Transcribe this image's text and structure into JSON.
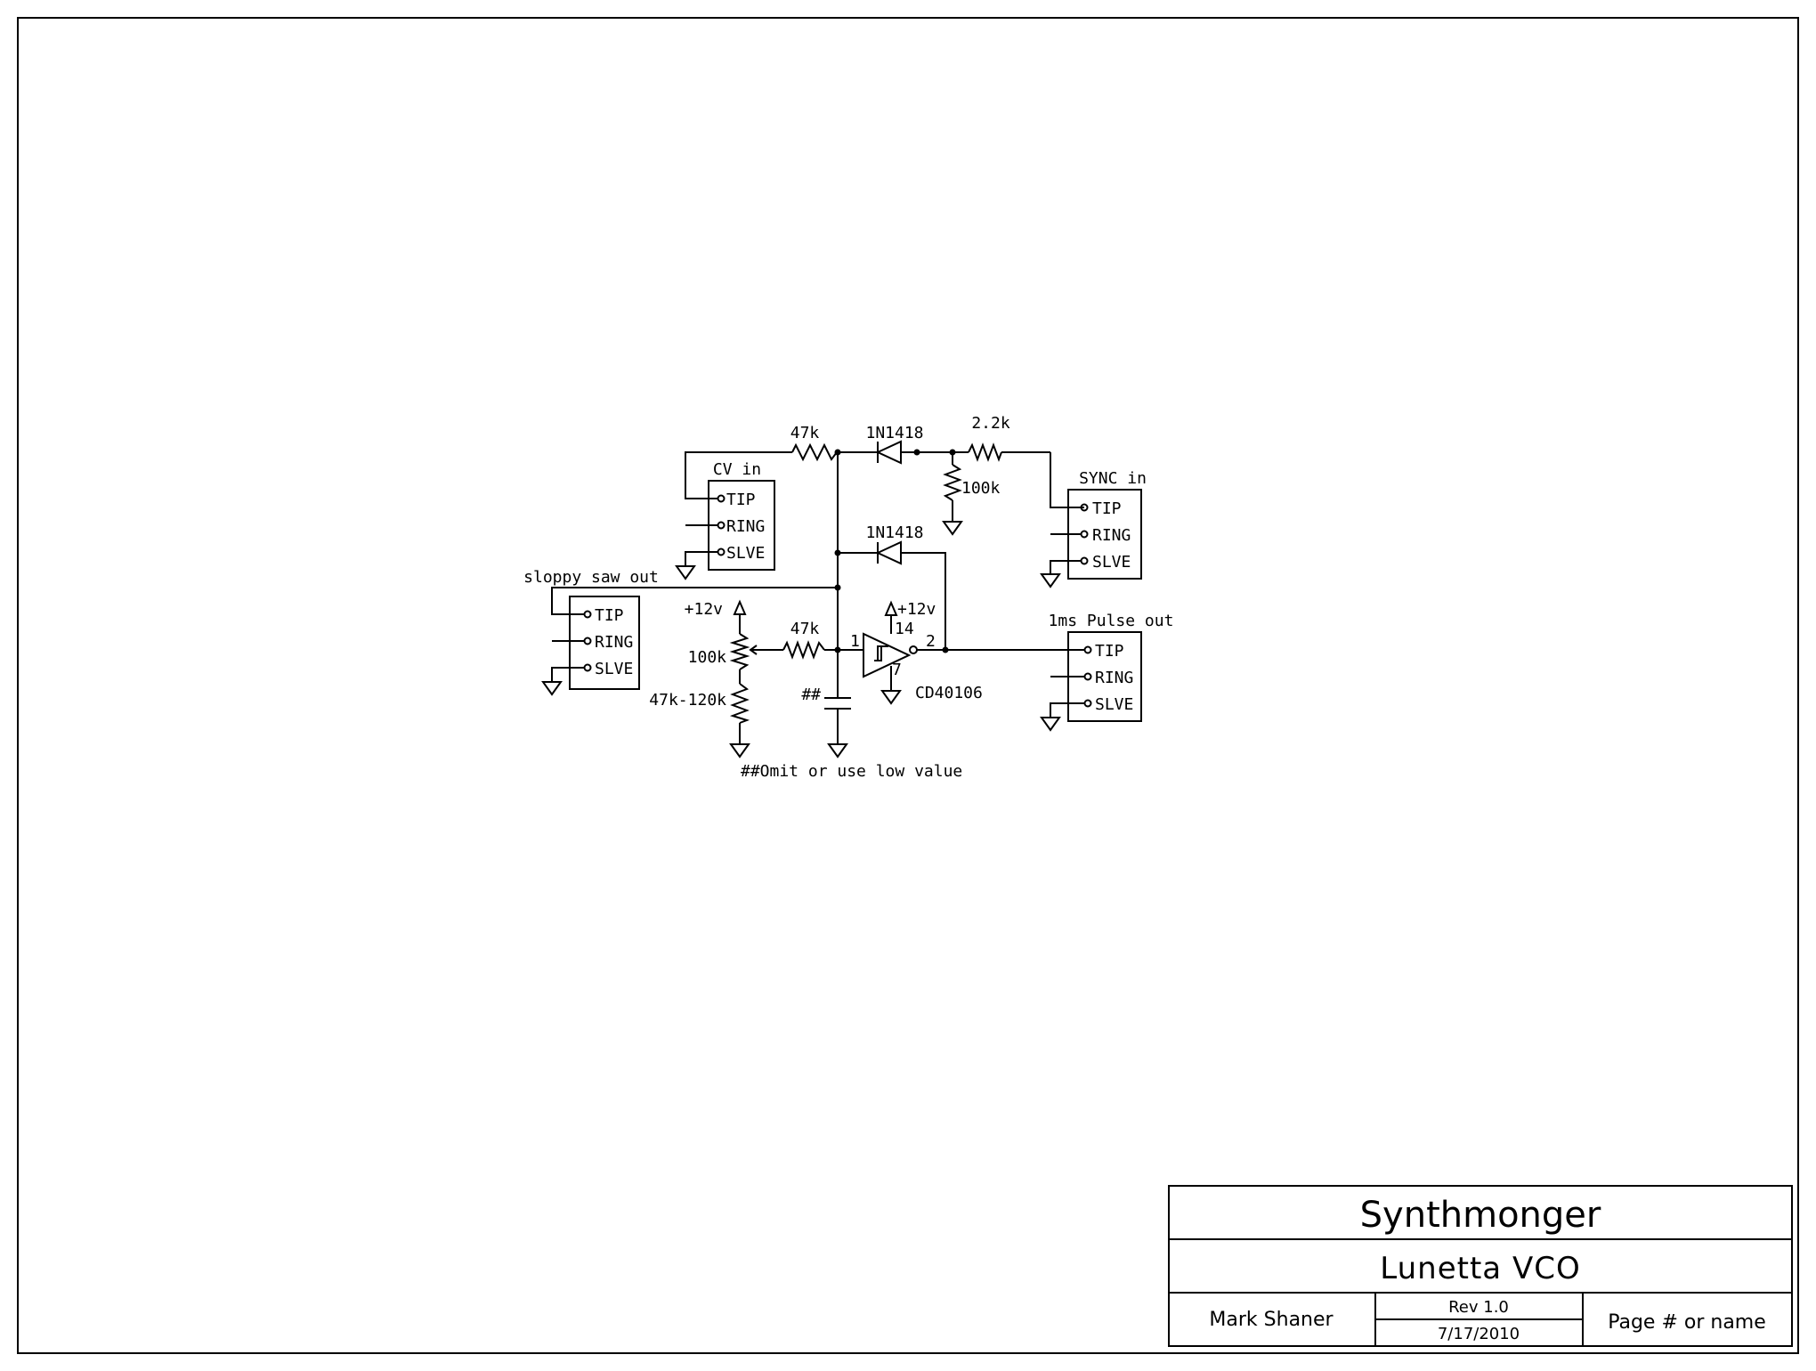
{
  "schematic": {
    "resistor_cv": "47k",
    "diode_top": "1N1418",
    "resistor_sync": "2.2k",
    "resistor_sync_pulldown": "100k",
    "diode_feedback": "1N1418",
    "resistor_timing": "47k",
    "pot_value": "100k",
    "pot_supply": "+12v",
    "resistor_range": "47k-120k",
    "cap_label": "##",
    "ic_supply": "+12v",
    "ic_pin_vdd": "14",
    "ic_pin_gnd": "7",
    "ic_pin_in": "1",
    "ic_pin_out": "2",
    "ic_part": "CD40106",
    "note": "##Omit or use low value"
  },
  "jacks": [
    {
      "title": "CV in",
      "tip": "TIP",
      "ring": "RING",
      "sleeve": "SLVE"
    },
    {
      "title": "SYNC in",
      "tip": "TIP",
      "ring": "RING",
      "sleeve": "SLVE"
    },
    {
      "title": "sloppy saw out",
      "tip": "TIP",
      "ring": "RING",
      "sleeve": "SLVE"
    },
    {
      "title": "1ms Pulse out",
      "tip": "TIP",
      "ring": "RING",
      "sleeve": "SLVE"
    }
  ],
  "title_block": {
    "company": "Synthmonger",
    "title": "Lunetta VCO",
    "author": "Mark Shaner",
    "revision": "Rev 1.0",
    "date": "7/17/2010",
    "page": "Page # or name"
  }
}
